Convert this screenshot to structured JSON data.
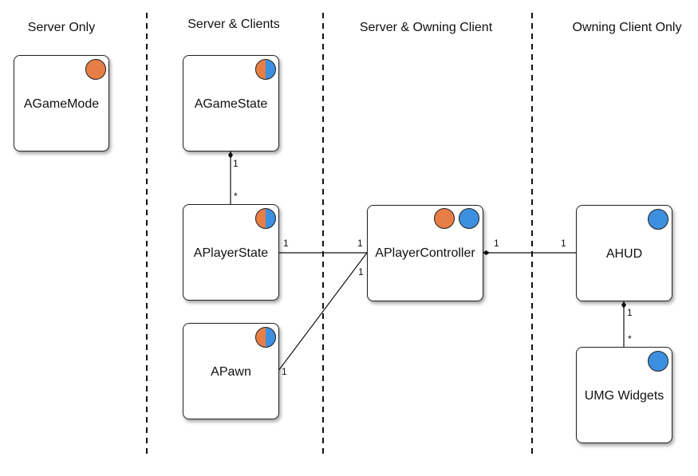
{
  "columns": {
    "server_only": "Server Only",
    "server_clients": "Server & Clients",
    "server_owning": "Server & Owning Client",
    "owning_only": "Owning Client Only"
  },
  "boxes": {
    "agamemode": "AGameMode",
    "agamestate": "AGameState",
    "aplayerstate": "APlayerState",
    "apawn": "APawn",
    "aplayercontroller": "APlayerController",
    "ahud": "AHUD",
    "umg_widgets": "UMG Widgets"
  },
  "multiplicities": {
    "gamestate_top": "1",
    "playerstate_star": "*",
    "playerstate_right": "1",
    "controller_left_top": "1",
    "controller_left_bottom": "1",
    "pawn_right": "1",
    "controller_right": "1",
    "ahud_left": "1",
    "ahud_bottom": "1",
    "widgets_star": "*"
  },
  "colors": {
    "server": "#e67e45",
    "client": "#3d8fe0"
  }
}
